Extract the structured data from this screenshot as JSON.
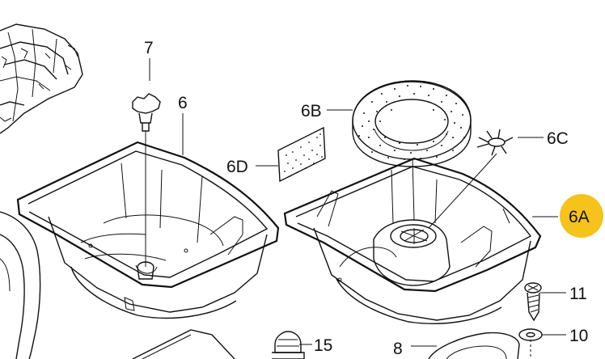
{
  "colors": {
    "line": "#111111",
    "highlight": "#f6c21c",
    "background": "#ffffff"
  },
  "labels": {
    "l7": "7",
    "l6": "6",
    "l6b": "6B",
    "l6c": "6C",
    "l6d": "6D",
    "l6a": "6A",
    "l11": "11",
    "l10": "10",
    "l15": "15",
    "l8": "8"
  },
  "highlighted_label": "6A"
}
